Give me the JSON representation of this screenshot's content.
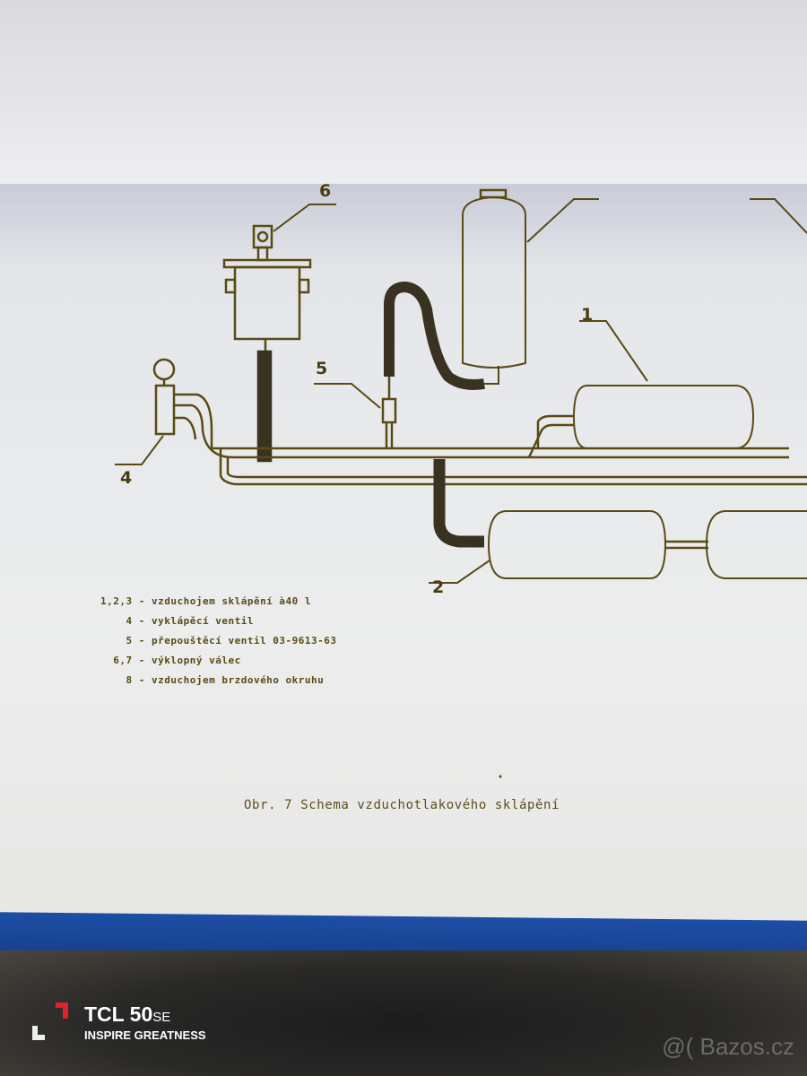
{
  "diagram": {
    "component_labels": [
      "6",
      "5",
      "1",
      "4",
      "2"
    ],
    "legend": [
      "1,2,3 - vzduchojem sklápění à40 l",
      "    4 - vyklápěcí ventil",
      "    5 - přepouštěcí ventil 03-9613-63",
      "  6,7 - výklopný válec",
      "    8 - vzduchojem brzdového okruhu"
    ],
    "caption": "Obr. 7 Schema vzduchotlakového sklápění",
    "line_color": "#5a4a14"
  },
  "overlay": {
    "brand_name": "TCL 50",
    "brand_suffix": "SE",
    "brand_tagline": "INSPIRE GREATNESS",
    "watermark": "@( Bazos.cz"
  }
}
